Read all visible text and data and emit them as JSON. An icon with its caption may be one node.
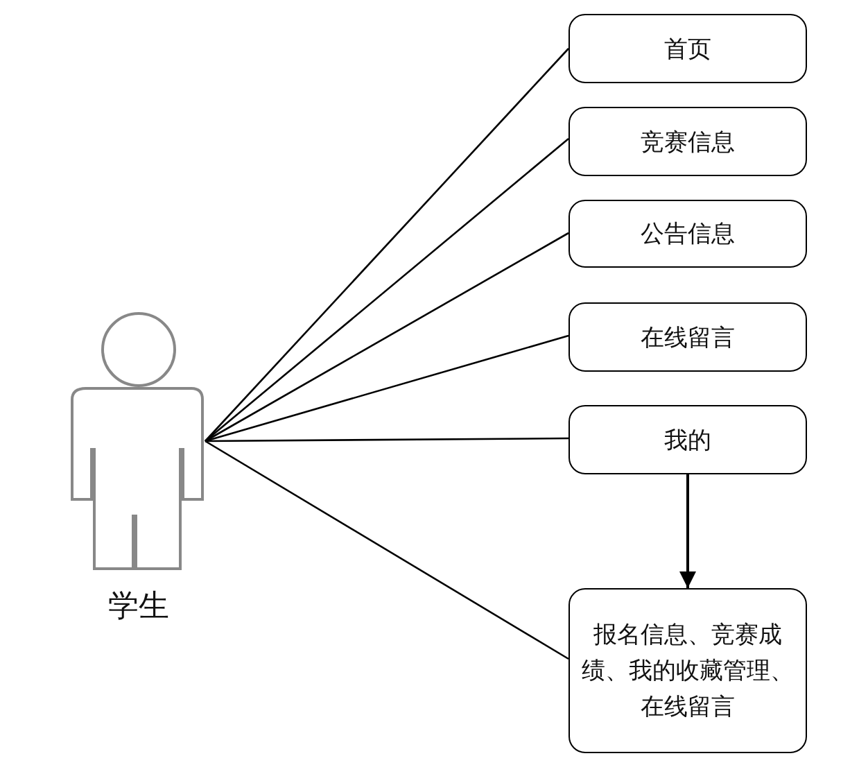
{
  "diagram": {
    "nodes": [
      {
        "text": [
          "学生"
        ]
      },
      {
        "text": [
          "首页"
        ]
      },
      {
        "text": [
          "竞赛信息"
        ]
      },
      {
        "text": [
          "公告信息"
        ]
      },
      {
        "text": [
          "在线留言"
        ]
      },
      {
        "text": [
          "我的"
        ]
      },
      {
        "text": [
          "报名信息、竞赛成绩、我的收藏管理、在线留言"
        ]
      }
    ],
    "edges": [
      {
        "from": 0,
        "to": 1,
        "arrow": "none"
      },
      {
        "from": 0,
        "to": 2,
        "arrow": "none"
      },
      {
        "from": 0,
        "to": 3,
        "arrow": "none"
      },
      {
        "from": 0,
        "to": 4,
        "arrow": "none"
      },
      {
        "from": 0,
        "to": 5,
        "arrow": "none"
      },
      {
        "from": 0,
        "to": 6,
        "arrow": "none"
      },
      {
        "from": 5,
        "to": 6,
        "arrow": "to"
      }
    ]
  }
}
